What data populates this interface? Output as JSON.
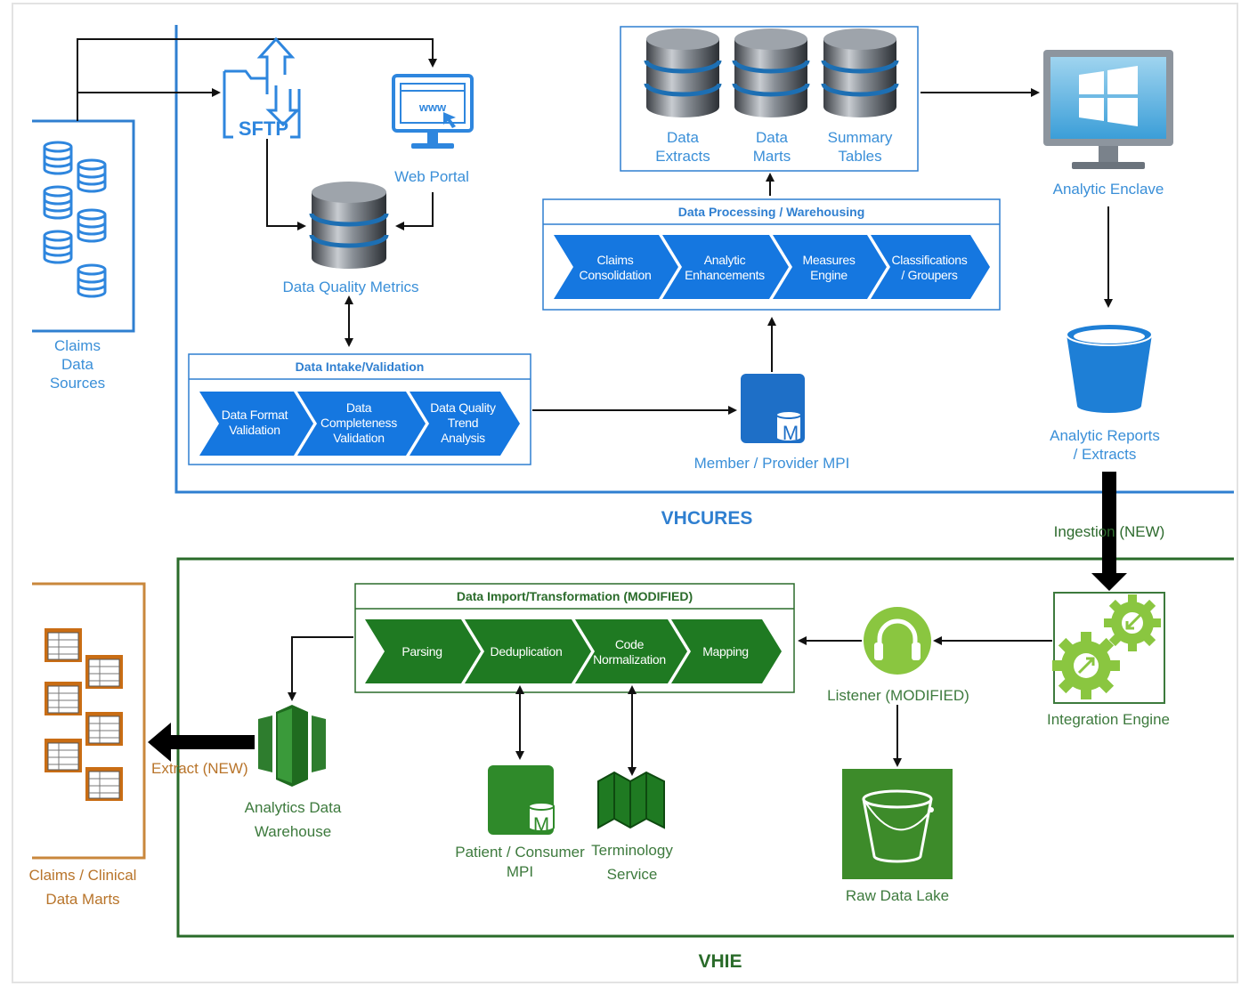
{
  "sections": {
    "vhcures": "VHCURES",
    "vhie": "VHIE"
  },
  "nodes": {
    "claims_sources": "Claims\nData\nSources",
    "sftp": "SFTP",
    "web_portal": "Web Portal",
    "www": "www",
    "dq_metrics": "Data Quality Metrics",
    "data_extracts": "Data\nExtracts",
    "data_marts": "Data\nMarts",
    "summary_tables": "Summary\nTables",
    "analytic_enclave": "Analytic Enclave",
    "analytic_reports": "Analytic Reports\n/ Extracts",
    "member_mpi": "Member / Provider MPI",
    "mpi_letter": "M",
    "ingestion": "Ingestion (NEW)",
    "integration_engine": "Integration Engine",
    "listener": "Listener (MODIFIED)",
    "raw_data_lake": "Raw Data Lake",
    "patient_mpi": "Patient / Consumer\nMPI",
    "terminology": "Terminology\nService",
    "analytics_dw": "Analytics Data\nWarehouse",
    "extract_new": "Extract (NEW)",
    "claims_clinical": "Claims / Clinical\nData Marts"
  },
  "groups": {
    "intake": {
      "title": "Data Intake/Validation",
      "steps": [
        "Data Format\nValidation",
        "Data\nCompleteness\nValidation",
        "Data Quality\nTrend\nAnalysis"
      ]
    },
    "processing": {
      "title": "Data Processing / Warehousing",
      "steps": [
        "Claims\nConsolidation",
        "Analytic\nEnhancements",
        "Measures\nEngine",
        "Classifications\n/ Groupers"
      ]
    },
    "import": {
      "title": "Data Import/Transformation (MODIFIED)",
      "steps": [
        "Parsing",
        "Deduplication",
        "Code\nNormalization",
        "Mapping"
      ]
    }
  },
  "colors": {
    "blue_border": "#2f7fd0",
    "blue_chevron": "#1577e0",
    "green_border": "#2a6b2a",
    "green_chevron": "#1f7a22",
    "orange_border": "#c9873c",
    "icon_blue": "#2e86de",
    "light_green": "#8ac640"
  }
}
